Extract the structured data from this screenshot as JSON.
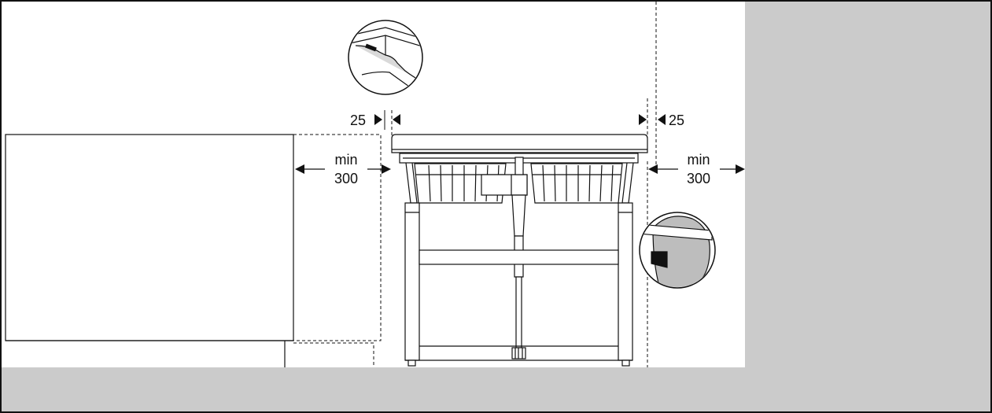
{
  "labels": {
    "gap_left": "25",
    "gap_right": "25",
    "min_left_word": "min",
    "min_left_value": "300",
    "min_right_word": "min",
    "min_right_value": "300"
  },
  "colors": {
    "background": "#ffffff",
    "wall": "#cbcbcb",
    "line": "#111111",
    "detail_fill": "#bdbdbd"
  },
  "icons": {
    "top_detail": "hand-touching-corner-icon",
    "side_detail": "head-clearance-icon"
  }
}
